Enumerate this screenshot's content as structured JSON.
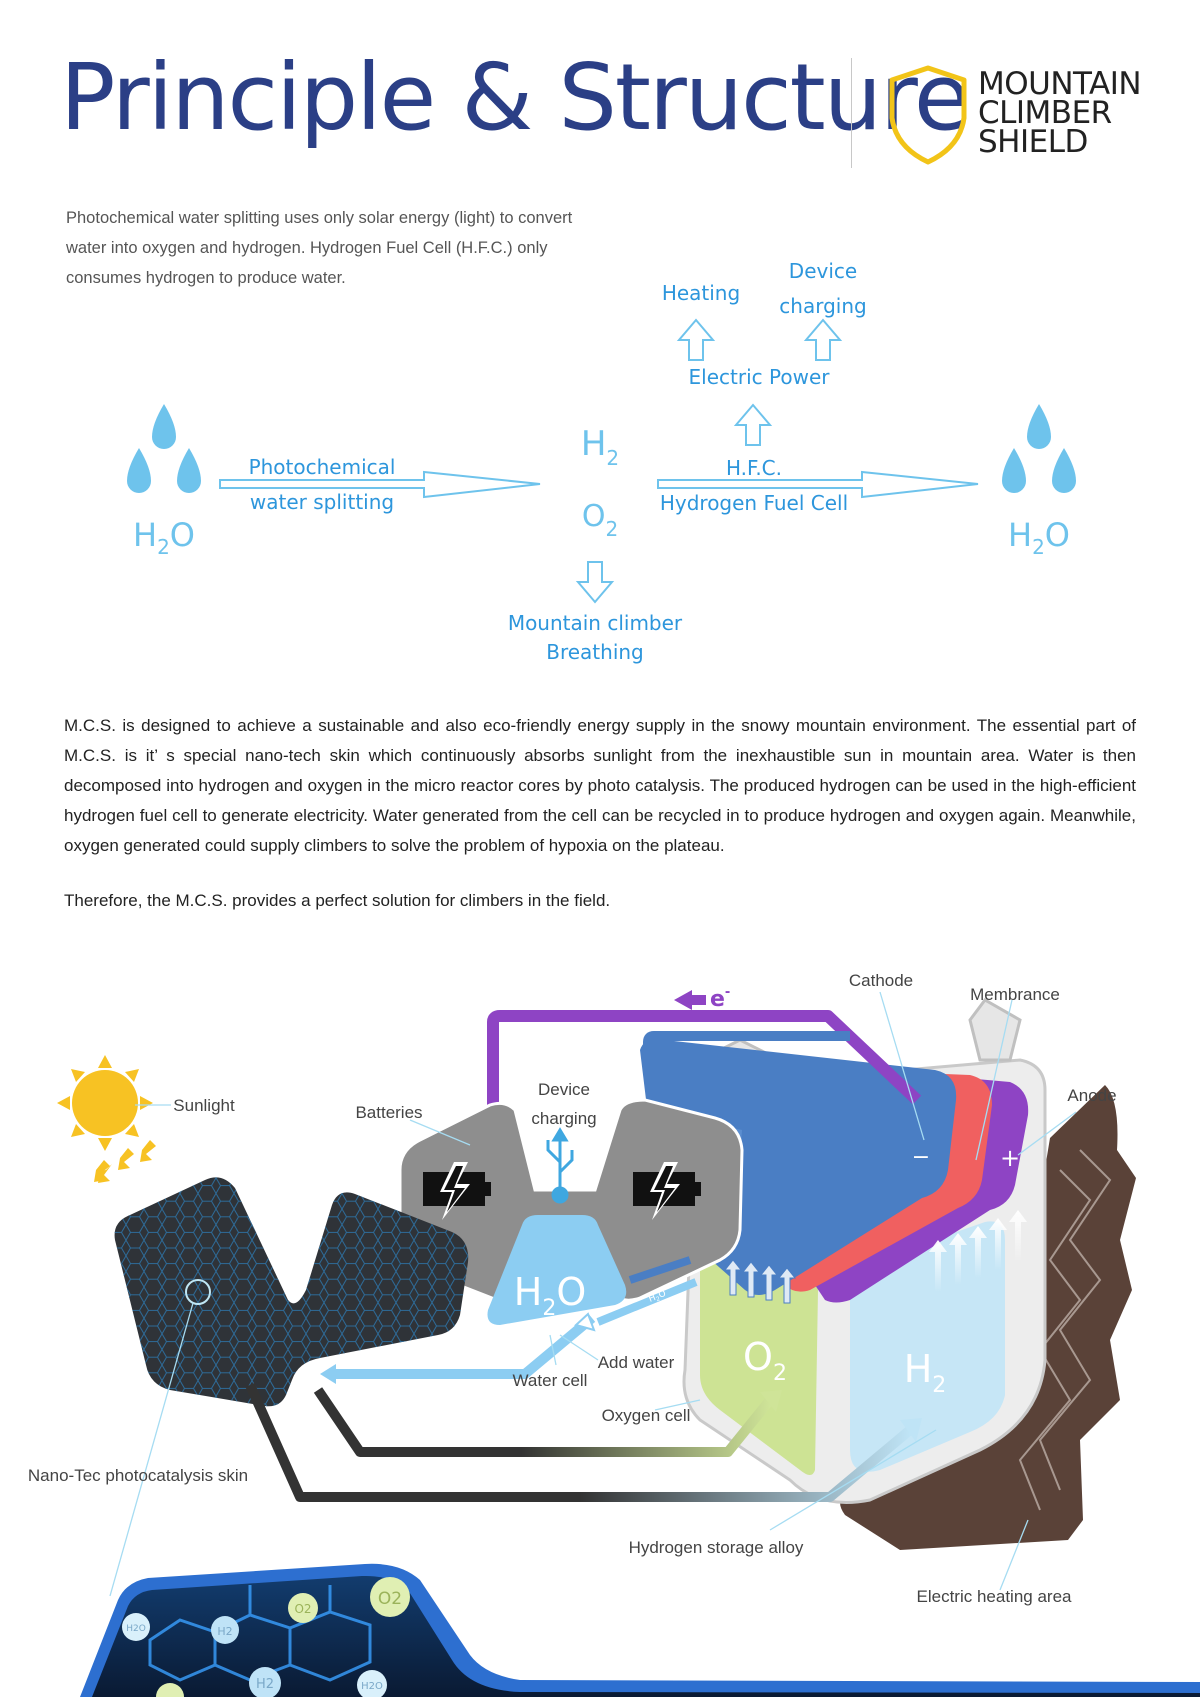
{
  "header": {
    "title": "Principle & Structure",
    "brand": {
      "line1": "MOUNTAIN",
      "line2": "CLIMBER",
      "line3": "SHIELD"
    }
  },
  "intro": {
    "line1": "Photochemical water splitting uses only solar energy (light) to convert",
    "line2": "water into oxygen and hydrogen. Hydrogen Fuel Cell (H.F.C.) only",
    "line3": "consumes hydrogen to produce water."
  },
  "flow": {
    "h2o_left": "H2O",
    "h2o_right": "H2O",
    "photochem_line1": "Photochemical",
    "photochem_line2": "water splitting",
    "h2": "H2",
    "o2": "O2",
    "hfc_line1": "H.F.C.",
    "hfc_line2": "Hydrogen Fuel Cell",
    "electric_power": "Electric Power",
    "heating": "Heating",
    "device_charging_line1": "Device",
    "device_charging_line2": "charging",
    "breathing_line1": "Mountain climber",
    "breathing_line2": "Breathing"
  },
  "description": {
    "paragraph1": "M.C.S. is designed to achieve a sustainable and also eco-friendly energy supply in the snowy mountain environment. The essential part of M.C.S. is it’ s special nano-tech skin which continuously absorbs sunlight from the inexhaustible sun in mountain area. Water is then decomposed into hydrogen and oxygen in the micro reactor cores by photo catalysis. The produced hydrogen can be used in the high-efficient hydrogen fuel cell to generate electricity. Water generated from the cell can be recycled in to produce hydrogen and oxygen again. Meanwhile, oxygen generated could supply climbers to solve the problem of hypoxia on the plateau.",
    "paragraph2": "Therefore, the M.C.S. provides a perfect solution for climbers in the field."
  },
  "structure": {
    "electron": "e-",
    "cathode": "Cathode",
    "membrance": "Membrance",
    "anode": "Anode",
    "minus": "−",
    "plus": "+",
    "sunlight": "Sunlight",
    "batteries": "Batteries",
    "device_charging_line1": "Device",
    "device_charging_line2": "charging",
    "h2o": "H2O",
    "h2o_small": "H2O",
    "add_water": "Add water",
    "water_cell": "Water cell",
    "o2": "O2",
    "oxygen_cell": "Oxygen cell",
    "h2": "H2",
    "nano_skin": "Nano-Tec photocatalysis  skin",
    "hydrogen_alloy": "Hydrogen storage alloy",
    "electric_heating": "Electric heating area",
    "bubbles": [
      "H2O",
      "H2",
      "O2",
      "O2",
      "H2",
      "H2O"
    ]
  },
  "colors": {
    "title": "#2b3f86",
    "accent_blue": "#2d96dc",
    "shield_yellow": "#f2c418",
    "electron_purple": "#8e44c4",
    "cathode_blue": "#4a7ec4",
    "membrane_red": "#f06060",
    "oxygen_green": "#cde394",
    "hydrogen_light": "#c6e6f6",
    "heating_brown": "#5a4238"
  }
}
